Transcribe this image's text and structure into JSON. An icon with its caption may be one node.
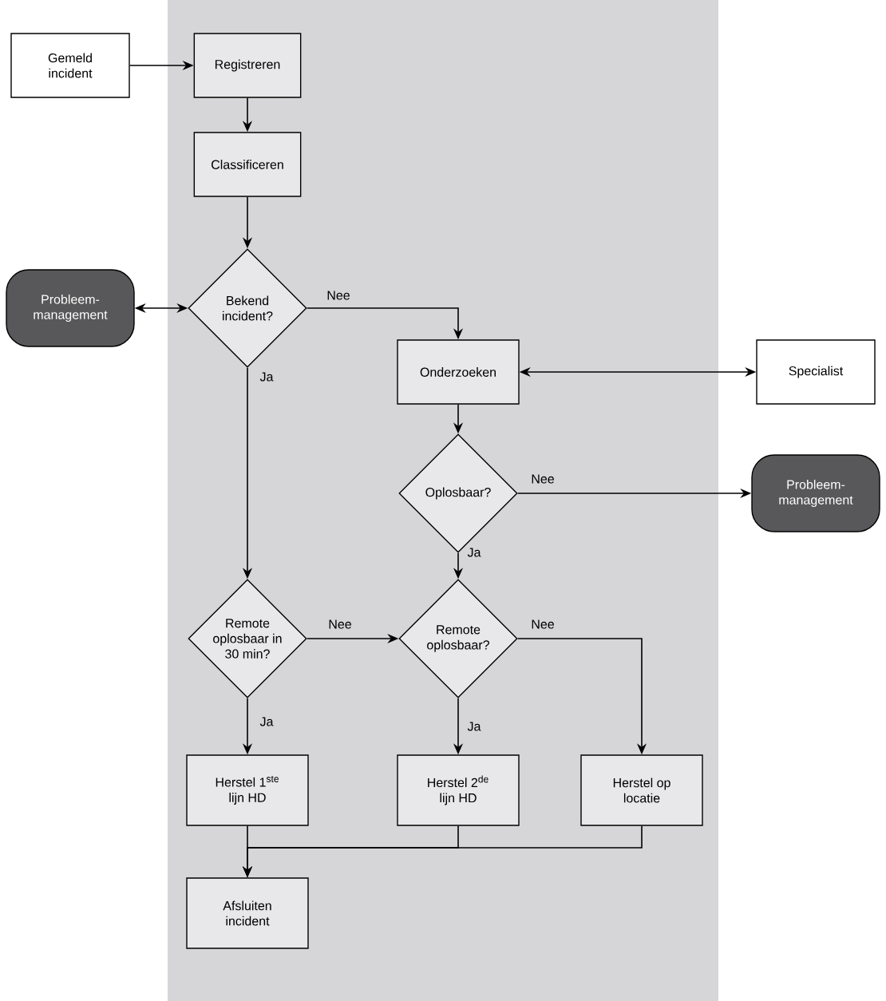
{
  "diagram": {
    "nodes": [
      {
        "text": [
          "Gemeld incident"
        ]
      },
      {
        "text": [
          "Registreren"
        ]
      },
      {
        "text": [
          "Classificeren"
        ]
      },
      {
        "text": [
          "Bekend incident?"
        ]
      },
      {
        "text": [
          "Probleem- management"
        ]
      },
      {
        "text": [
          "Onderzoeken"
        ]
      },
      {
        "text": [
          "Specialist"
        ]
      },
      {
        "text": [
          "Oplosbaar?"
        ]
      },
      {
        "text": [
          "Probleem- management"
        ]
      },
      {
        "text": [
          "Remote oplosbaar in 30 min?"
        ]
      },
      {
        "text": [
          "Remote oplosbaar?"
        ]
      },
      {
        "text": [
          "Herstel 1$^{ste}$ lijn HD"
        ]
      },
      {
        "text": [
          "Herstel 2$^{de}$ lijn HD"
        ]
      },
      {
        "text": [
          "Herstel op locatie"
        ]
      },
      {
        "text": [
          "Afsluiten incident"
        ]
      }
    ],
    "edges": [
      {
        "from": 0,
        "to": 1,
        "arrow": "to"
      },
      {
        "from": 1,
        "to": 2,
        "arrow": "to"
      },
      {
        "from": 2,
        "to": 3,
        "arrow": "to"
      },
      {
        "from": 3,
        "to": 4,
        "arrow": "both"
      },
      {
        "from": 3,
        "to": 5,
        "arrow": "to",
        "label": "Nee"
      },
      {
        "from": 3,
        "to": 9,
        "arrow": "to",
        "label": "Ja"
      },
      {
        "from": 5,
        "to": 6,
        "arrow": "both"
      },
      {
        "from": 5,
        "to": 7,
        "arrow": "to"
      },
      {
        "from": 7,
        "to": 8,
        "arrow": "to",
        "label": "Nee"
      },
      {
        "from": 7,
        "to": 10,
        "arrow": "to",
        "label": "Ja"
      },
      {
        "from": 9,
        "to": 10,
        "arrow": "to",
        "label": "Nee"
      },
      {
        "from": 9,
        "to": 11,
        "arrow": "to",
        "label": "Ja"
      },
      {
        "from": 10,
        "to": 12,
        "arrow": "to",
        "label": "Ja"
      },
      {
        "from": 10,
        "to": 13,
        "arrow": "to",
        "label": "Nee"
      },
      {
        "from": 11,
        "to": 14,
        "arrow": "to"
      },
      {
        "from": 12,
        "to": 14,
        "arrow": "to"
      },
      {
        "from": 13,
        "to": 14,
        "arrow": "to"
      }
    ]
  }
}
